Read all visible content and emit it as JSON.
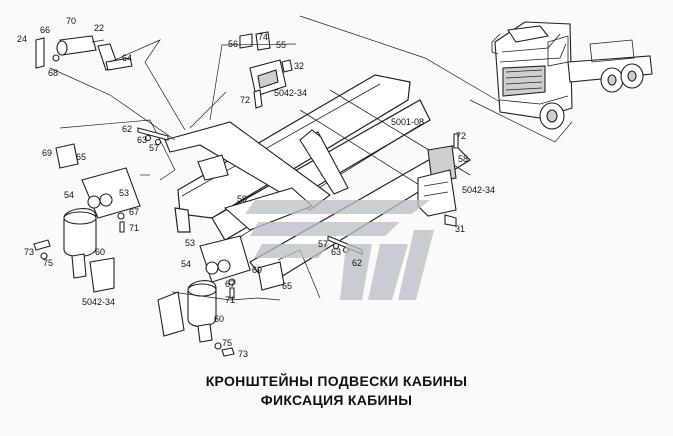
{
  "caption": {
    "line1": "КРОНШТЕЙНЫ ПОДВЕСКИ КАБИНЫ",
    "line2": "ФИКСАЦИЯ КАБИНЫ"
  },
  "callouts": {
    "c24": "24",
    "c66": "66",
    "c70": "70",
    "c22": "22",
    "c64": "64",
    "c68": "68",
    "c56": "56",
    "c74": "74",
    "c55": "55",
    "c32": "32",
    "c72a": "72",
    "c5042a": "5042-34",
    "c62a": "62",
    "c63a": "63",
    "c57a": "57",
    "c5001": "5001-08",
    "c72b": "72",
    "c58": "58",
    "c5042b": "5042-34",
    "c31": "31",
    "c69a": "69",
    "c65a": "65",
    "c54a": "54",
    "c53a": "53",
    "c67a": "67",
    "c71a": "71",
    "c59": "59",
    "c73a": "73",
    "c75a": "75",
    "c60a": "60",
    "c5042c": "5042-34",
    "c53b": "53",
    "c54b": "54",
    "c69b": "69",
    "c65b": "65",
    "c67b": "67",
    "c71b": "71",
    "c57b": "57",
    "c63b": "63",
    "c62b": "62",
    "c60b": "60",
    "c75b": "75",
    "c73b": "73"
  },
  "colors": {
    "line": "#222222",
    "background": "#fafafa",
    "watermark": "#b9bfc6"
  },
  "icons": {
    "watermark": "logo-watermark"
  }
}
